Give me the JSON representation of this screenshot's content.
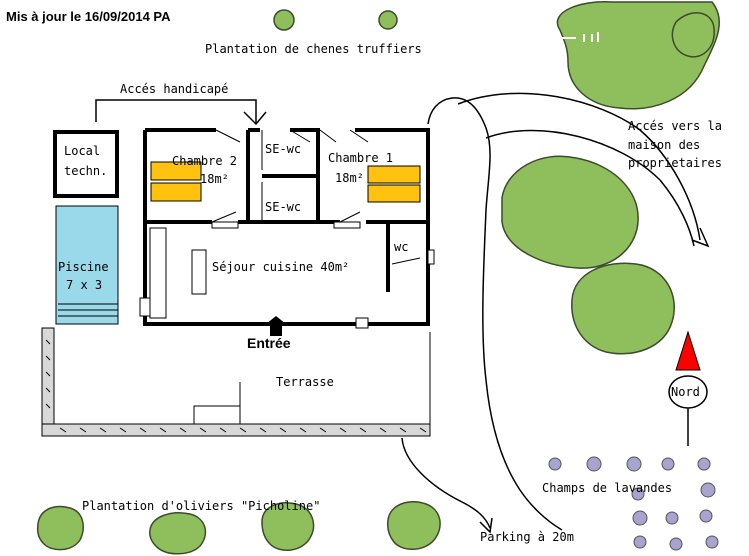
{
  "header": {
    "update_note": "Mis à jour le  16/09/2014 PA"
  },
  "labels": {
    "oak_plantation": "Plantation de chenes truffiers",
    "disabled_access": "Accés handicapé",
    "owners_access_line1": "Accés vers la",
    "owners_access_line2": "maison des",
    "owners_access_line3": "proprietaires",
    "local_tech_line1": "Local",
    "local_tech_line2": "techn.",
    "pool_line1": "Piscine",
    "pool_line2": "7 x 3",
    "bedroom2_name": "Chambre 2",
    "bedroom2_area": "18m²",
    "bedroom1_name": "Chambre 1",
    "bedroom1_area": "18m²",
    "se_wc_1": "SE-wc",
    "se_wc_2": "SE-wc",
    "wc": "wc",
    "living_kitchen": "Séjour cuisine 40m²",
    "entrance": "Entrée",
    "terrace": "Terrasse",
    "north": "Nord",
    "lavender_fields": "Champs de lavandes",
    "parking": "Parking à 20m",
    "olive_plantation": "Plantation d'oliviers \"Picholine\""
  },
  "colors": {
    "tree": "#8fbe5d",
    "tree_outline": "#3d4a2c",
    "pool": "#99d9ea",
    "bed": "#ffc20e",
    "wall": "#000000",
    "lavender": "#a8a3cf",
    "north_arrow": "#ff0000",
    "stone": "#a7a7a7"
  }
}
